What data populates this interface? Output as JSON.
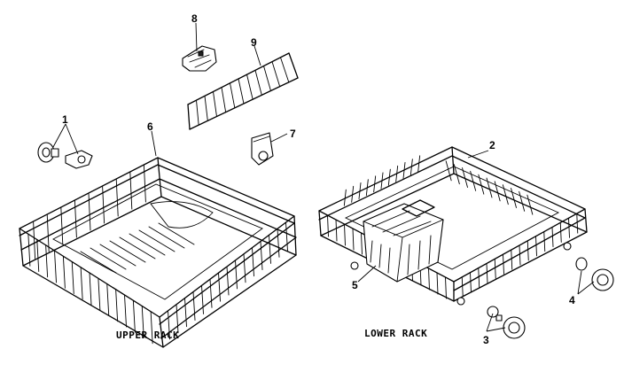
{
  "callouts": {
    "c1": "1",
    "c2": "2",
    "c3": "3",
    "c4": "4",
    "c5": "5",
    "c6": "6",
    "c7": "7",
    "c8": "8",
    "c9": "9"
  },
  "captions": {
    "upper": "UPPER RACK",
    "lower": "LOWER RACK"
  }
}
